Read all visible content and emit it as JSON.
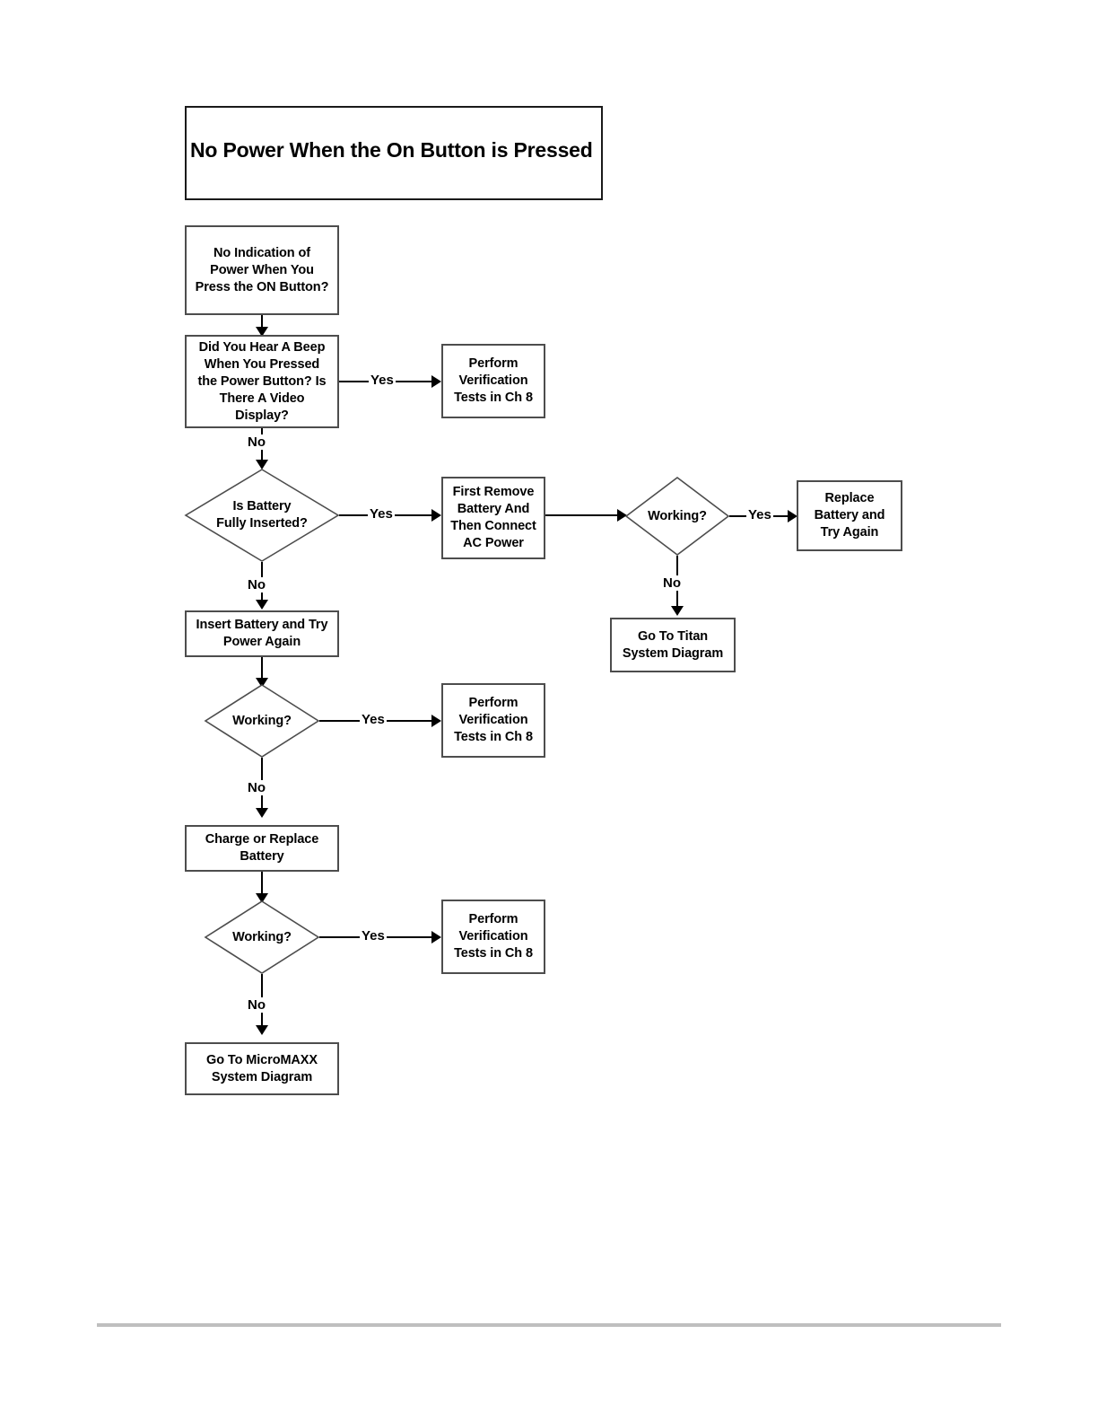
{
  "page": {
    "title_banner": "No Power When the On Button is Pressed",
    "background_color": "#ffffff",
    "line_color": "#000000",
    "box_border_color": "#4d4d4d",
    "footer_rule_color": "#bfbfbf"
  },
  "flowchart": {
    "type": "flowchart",
    "orientation": "top-down",
    "nodes": [
      {
        "id": "start",
        "shape": "box",
        "label": "No Indication of\nPower When You\nPress the ON Button?",
        "line1": "No Indication of",
        "line2": "Power When You",
        "line3": "Press the ON Button?"
      },
      {
        "id": "beep",
        "shape": "box",
        "label": "Did You Hear A Beep When You Pressed the Power Button? Is There A Video Display?",
        "line1": "Did You Hear A Beep",
        "line2": "When You Pressed",
        "line3": "the Power Button? Is",
        "line4": "There A Video",
        "line5": "Display?"
      },
      {
        "id": "verify1",
        "shape": "box",
        "label": "Perform Verification Tests in Ch 8",
        "line1": "Perform",
        "line2": "Verification",
        "line3": "Tests in Ch 8"
      },
      {
        "id": "battery_in",
        "shape": "diamond",
        "label": "Is Battery Fully Inserted?",
        "line1": "Is Battery",
        "line2": "Fully Inserted?"
      },
      {
        "id": "remove_batt",
        "shape": "box",
        "label": "First Remove Battery And Then Connect AC Power",
        "line1": "First Remove",
        "line2": "Battery And",
        "line3": "Then Connect",
        "line4": "AC Power"
      },
      {
        "id": "working_ac",
        "shape": "diamond",
        "label": "Working?",
        "line1": "Working?"
      },
      {
        "id": "replace_batt",
        "shape": "box",
        "label": "Replace Battery and Try Again",
        "line1": "Replace",
        "line2": "Battery and",
        "line3": "Try Again"
      },
      {
        "id": "titan",
        "shape": "box",
        "label": "Go To Titan System Diagram",
        "line1": "Go To Titan",
        "line2": "System Diagram"
      },
      {
        "id": "insert_batt",
        "shape": "box",
        "label": "Insert Battery and Try Power Again",
        "line1": "Insert Battery and Try",
        "line2": "Power Again"
      },
      {
        "id": "working2",
        "shape": "diamond",
        "label": "Working?",
        "line1": "Working?"
      },
      {
        "id": "verify2",
        "shape": "box",
        "label": "Perform Verification Tests in Ch 8",
        "line1": "Perform",
        "line2": "Verification",
        "line3": "Tests in Ch 8"
      },
      {
        "id": "charge_batt",
        "shape": "box",
        "label": "Charge or Replace Battery",
        "line1": "Charge or Replace",
        "line2": "Battery"
      },
      {
        "id": "working3",
        "shape": "diamond",
        "label": "Working?",
        "line1": "Working?"
      },
      {
        "id": "verify3",
        "shape": "box",
        "label": "Perform Verification Tests in Ch 8",
        "line1": "Perform",
        "line2": "Verification",
        "line3": "Tests in Ch 8"
      },
      {
        "id": "micromaxx",
        "shape": "box",
        "label": "Go To MicroMAXX System Diagram",
        "line1": "Go To MicroMAXX",
        "line2": "System Diagram"
      }
    ],
    "edges": [
      {
        "from": "start",
        "to": "beep",
        "label": ""
      },
      {
        "from": "beep",
        "to": "verify1",
        "label": "Yes"
      },
      {
        "from": "beep",
        "to": "battery_in",
        "label": "No"
      },
      {
        "from": "battery_in",
        "to": "remove_batt",
        "label": "Yes"
      },
      {
        "from": "battery_in",
        "to": "insert_batt",
        "label": "No"
      },
      {
        "from": "remove_batt",
        "to": "working_ac",
        "label": ""
      },
      {
        "from": "working_ac",
        "to": "replace_batt",
        "label": "Yes"
      },
      {
        "from": "working_ac",
        "to": "titan",
        "label": "No"
      },
      {
        "from": "insert_batt",
        "to": "working2",
        "label": ""
      },
      {
        "from": "working2",
        "to": "verify2",
        "label": "Yes"
      },
      {
        "from": "working2",
        "to": "charge_batt",
        "label": "No"
      },
      {
        "from": "charge_batt",
        "to": "working3",
        "label": ""
      },
      {
        "from": "working3",
        "to": "verify3",
        "label": "Yes"
      },
      {
        "from": "working3",
        "to": "micromaxx",
        "label": "No"
      }
    ],
    "edge_labels": {
      "yes1": "Yes",
      "no1": "No",
      "yes2": "Yes",
      "no2": "No",
      "yes3": "Yes",
      "no3": "No",
      "yes4": "Yes",
      "no4": "No",
      "yes5": "Yes",
      "no5": "No"
    }
  }
}
